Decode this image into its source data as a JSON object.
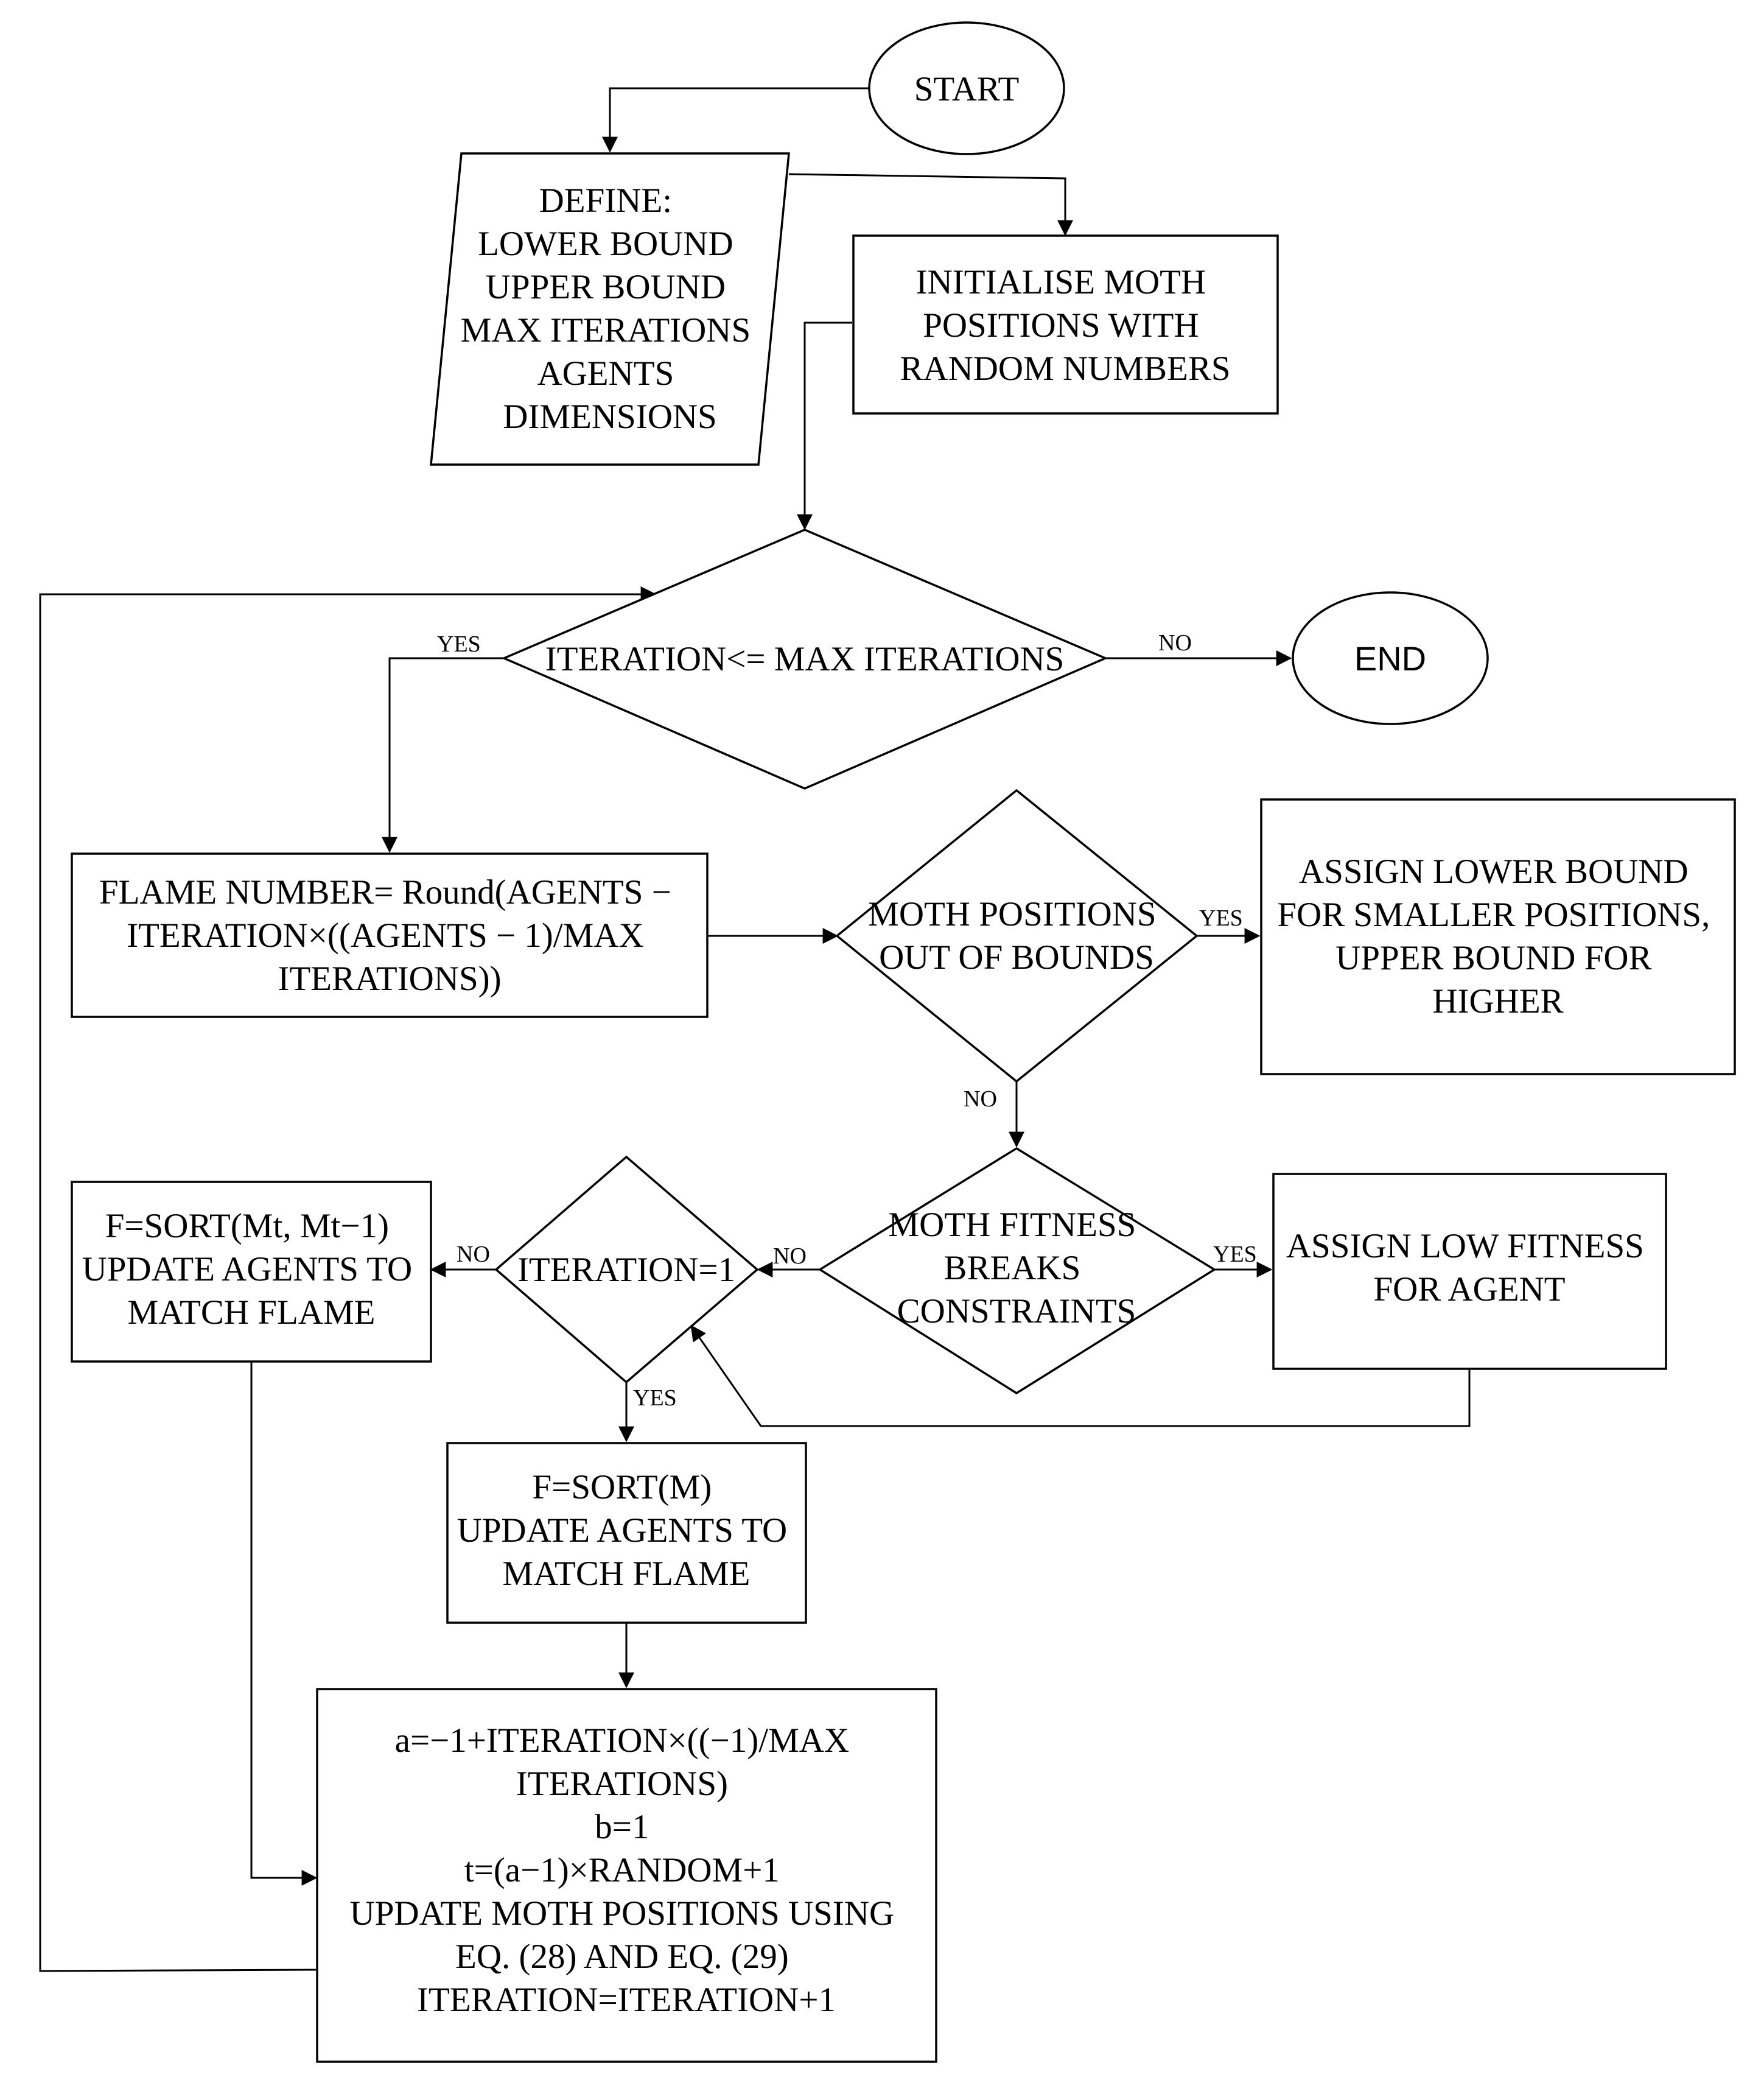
{
  "nodes": {
    "start": {
      "lines": [
        "START"
      ]
    },
    "define": {
      "lines": [
        "DEFINE:",
        "LOWER BOUND",
        "UPPER BOUND",
        "MAX ITERATIONS",
        "AGENTS",
        "DIMENSIONS"
      ]
    },
    "init": {
      "lines": [
        "INITIALISE MOTH",
        "POSITIONS WITH",
        "RANDOM NUMBERS"
      ]
    },
    "iter_check": {
      "lines": [
        "ITERATION<= MAX ITERATIONS"
      ]
    },
    "end": {
      "lines": [
        "END"
      ]
    },
    "flame_number": {
      "lines": [
        "FLAME NUMBER= Round(AGENTS −",
        "ITERATION×((AGENTS − 1)/MAX",
        "ITERATIONS))"
      ]
    },
    "bounds_check": {
      "lines": [
        "MOTH POSITIONS",
        "OUT OF BOUNDS"
      ]
    },
    "assign_bounds": {
      "lines": [
        "ASSIGN LOWER BOUND",
        "FOR SMALLER POSITIONS,",
        "UPPER BOUND FOR",
        "HIGHER"
      ]
    },
    "fitness_check": {
      "lines": [
        "MOTH FITNESS",
        "BREAKS",
        "CONSTRAINTS"
      ]
    },
    "assign_fitness": {
      "lines": [
        "ASSIGN LOW FITNESS",
        "FOR AGENT"
      ]
    },
    "iter_one": {
      "lines": [
        "ITERATION=1"
      ]
    },
    "sort_prev": {
      "lines": [
        "F=SORT(Mt, Mt−1)",
        "UPDATE AGENTS TO",
        "MATCH FLAME"
      ]
    },
    "sort_m": {
      "lines": [
        "F=SORT(M)",
        "UPDATE AGENTS TO",
        "MATCH FLAME"
      ]
    },
    "update": {
      "lines": [
        "a=−1+ITERATION×((−1)/MAX",
        "ITERATIONS)",
        "b=1",
        "t=(a−1)×RANDOM+1",
        "UPDATE MOTH POSITIONS USING",
        "EQ. (28) AND EQ. (29)",
        "ITERATION=ITERATION+1"
      ]
    }
  },
  "edge_labels": {
    "iter_yes": "YES",
    "iter_no": "NO",
    "bounds_yes": "YES",
    "bounds_no": "NO",
    "fitness_yes": "YES",
    "fitness_no": "NO",
    "iter_one_no": "NO",
    "iter_one_yes": "YES"
  }
}
